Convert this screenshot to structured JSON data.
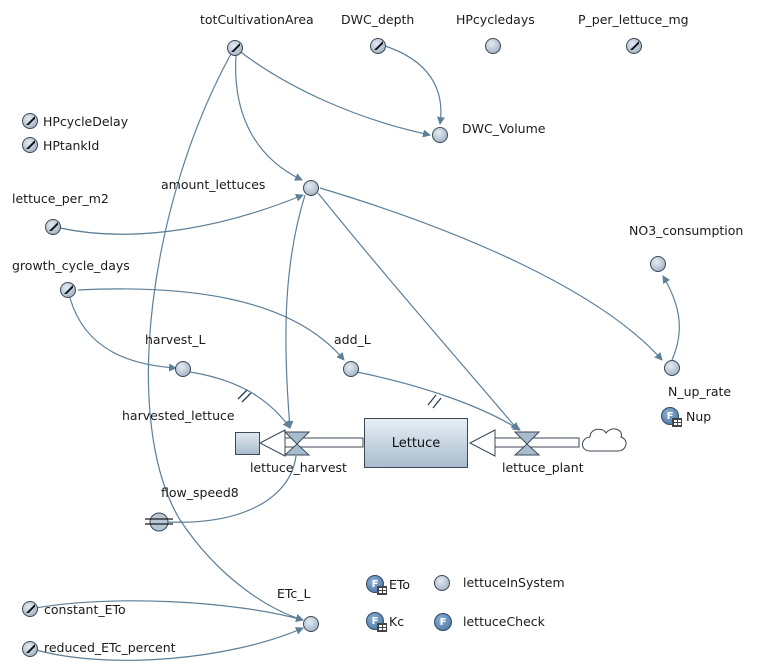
{
  "variables": {
    "totCultivationArea": "totCultivationArea",
    "DWC_depth": "DWC_depth",
    "HPcycledays": "HPcycledays",
    "P_per_lettuce_mg": "P_per_lettuce_mg",
    "HPcycleDelay": "HPcycleDelay",
    "HPtankId": "HPtankId",
    "DWC_Volume": "DWC_Volume",
    "amount_lettuces": "amount_lettuces",
    "lettuce_per_m2": "lettuce_per_m2",
    "NO3_consumption": "NO3_consumption",
    "growth_cycle_days": "growth_cycle_days",
    "harvest_L": "harvest_L",
    "add_L": "add_L",
    "N_up_rate": "N_up_rate",
    "Nup": "Nup",
    "harvested_lettuce": "harvested_lettuce",
    "lettuce_harvest": "lettuce_harvest",
    "lettuce_plant": "lettuce_plant",
    "flow_speed8": "flow_speed8",
    "ETc_L": "ETc_L",
    "constant_ETo": "constant_ETo",
    "reduced_ETc_percent": "reduced_ETc_percent",
    "ETo": "ETo",
    "Kc": "Kc",
    "lettuceInSystem": "lettuceInSystem",
    "lettuceCheck": "lettuceCheck"
  },
  "stock": {
    "label": "Lettuce"
  },
  "function_icon_letter": "F",
  "colors": {
    "link": "#5d7f97",
    "node_fill": "#b7c6d4",
    "stock_fill": "#c3d3e1",
    "function_fill": "#3e6f9f"
  }
}
